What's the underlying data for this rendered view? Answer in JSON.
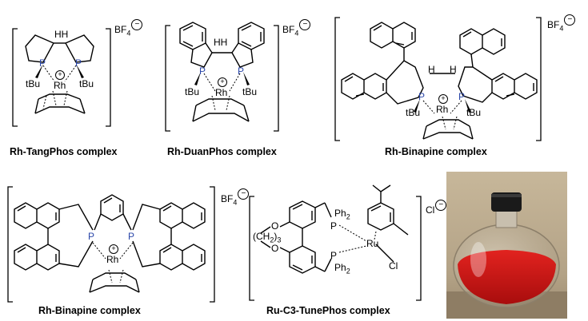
{
  "complexes": [
    {
      "name": "Rh-TangPhos complex",
      "counterion": "BF",
      "counterion_sub": "4",
      "charge": "−"
    },
    {
      "name": "Rh-DuanPhos complex",
      "counterion": "BF",
      "counterion_sub": "4",
      "charge": "−"
    },
    {
      "name": "Rh-Binapine complex",
      "counterion": "BF",
      "counterion_sub": "4",
      "charge": "−"
    },
    {
      "name": "Rh-Binapine complex",
      "counterion": "BF",
      "counterion_sub": "4",
      "charge": "−"
    },
    {
      "name": "Ru-C3-TunePhos complex",
      "counterion": "Cl",
      "counterion_sub": "",
      "charge": "−"
    }
  ],
  "atom_labels": {
    "P": "P",
    "Rh": "Rh",
    "Ru": "Ru",
    "H": "H",
    "HH": "HH",
    "tBu": "tBu",
    "plus": "+",
    "Ph2": "Ph",
    "Ph2_sub": "2",
    "Cl": "Cl",
    "O": "O",
    "CH2": "(CH",
    "CH2_sub": "2",
    "CH2_n": "3"
  },
  "colors": {
    "phosphorus": "#2a46a8",
    "text": "#000000",
    "flask_red": "#d41818",
    "flask_cap": "#1a1a1a"
  }
}
